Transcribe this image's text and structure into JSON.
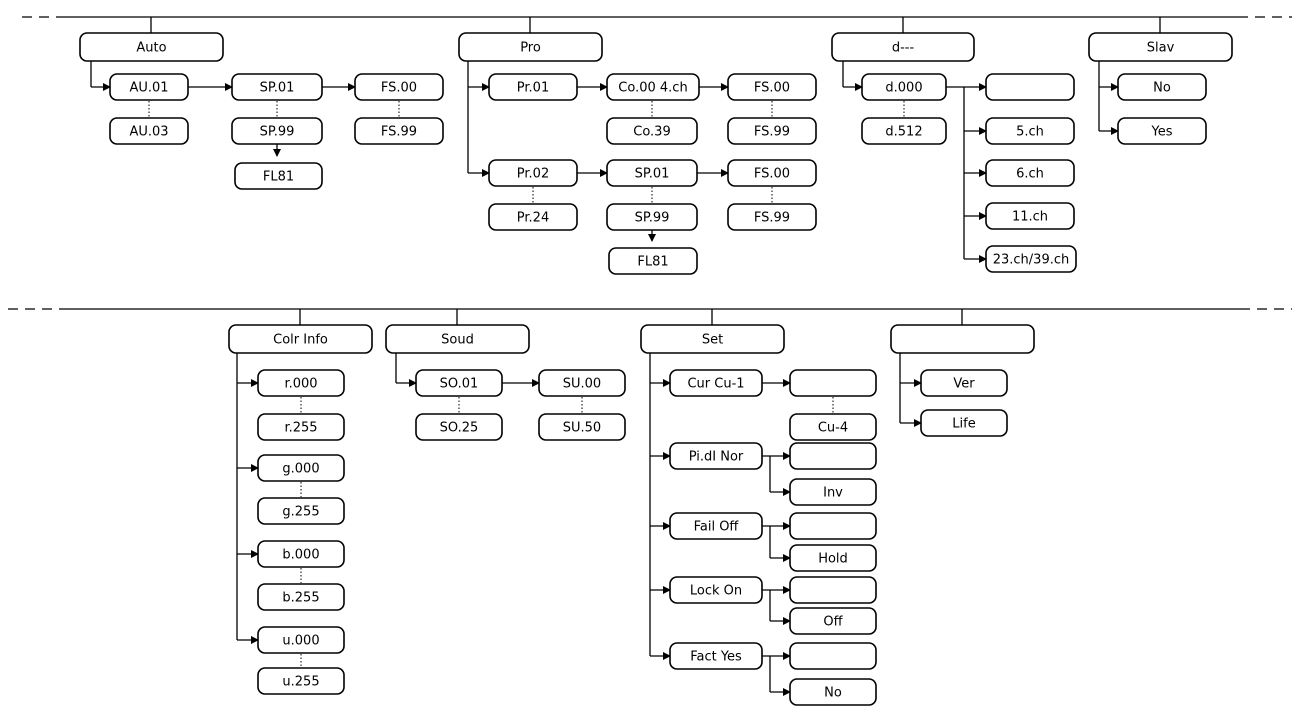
{
  "boxes": {
    "auto": "Auto",
    "au01": "AU.01",
    "au03": "AU.03",
    "sp01_a": "SP.01",
    "sp99_a": "SP.99",
    "fl81_a": "FL81",
    "fs00_a": "FS.00",
    "fs99_a": "FS.99",
    "pro": "Pro",
    "pr01": "Pr.01",
    "co00": "Co.00  4.ch",
    "co39": "Co.39",
    "fs00_b": "FS.00",
    "fs99_b": "FS.99",
    "pr02": "Pr.02",
    "pr24": "Pr.24",
    "sp01_b": "SP.01",
    "sp99_b": "SP.99",
    "fl81_b": "FL81",
    "fs00_c": "FS.00",
    "fs99_c": "FS.99",
    "dmx": "d---",
    "d000": "d.000",
    "d512": "d.512",
    "ch_blank": "",
    "ch5": "5.ch",
    "ch6": "6.ch",
    "ch11": "11.ch",
    "ch23": "23.ch/39.ch",
    "slav": "Slav",
    "no_slav": "No",
    "yes_slav": "Yes",
    "colr": "Colr  Info",
    "r000": "r.000",
    "r255": "r.255",
    "g000": "g.000",
    "g255": "g.255",
    "b000": "b.000",
    "b255": "b.255",
    "u000": "u.000",
    "u255": "u.255",
    "soud": "Soud",
    "so01": "SO.01",
    "so25": "SO.25",
    "su00": "SU.00",
    "su50": "SU.50",
    "set": "Set",
    "cur": "Cur  Cu-1",
    "cur_blank": "",
    "cu4": "Cu-4",
    "pidl": "Pi.dI  Nor",
    "pidl_blank": "",
    "inv": "Inv",
    "fail": "Fail  Off",
    "fail_blank": "",
    "hold": "Hold",
    "lock": "Lock  On",
    "lock_blank": "",
    "off": "Off",
    "fact": "Fact  Yes",
    "fact_blank": "",
    "no_fact": "No",
    "info": "",
    "ver": "Ver",
    "life": "Life"
  }
}
